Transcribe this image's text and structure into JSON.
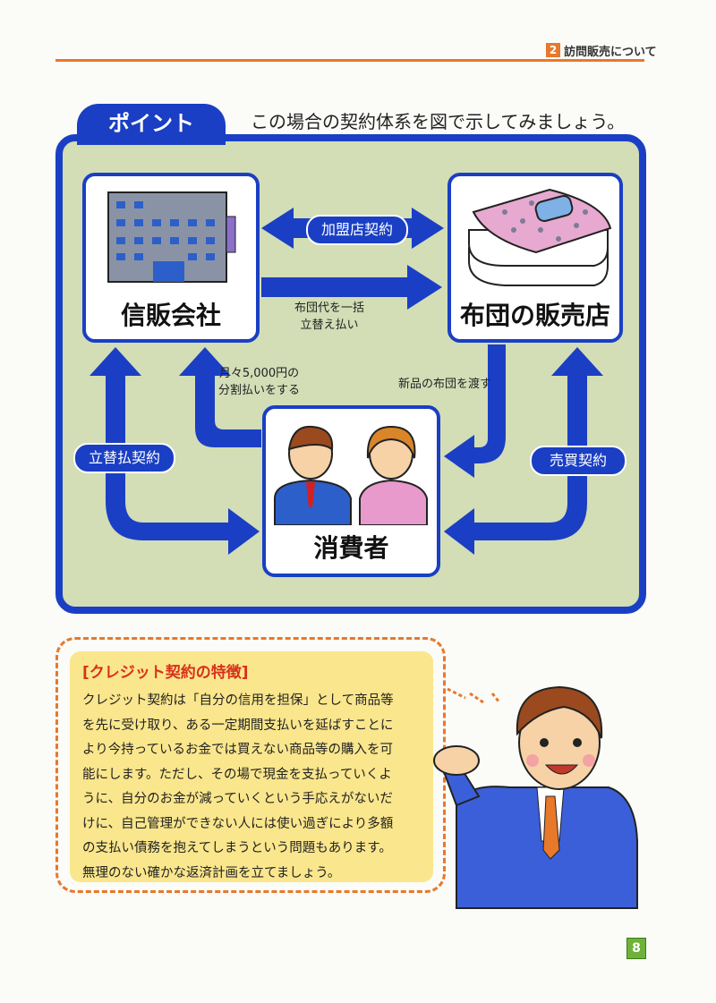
{
  "header": {
    "section_number": "2",
    "section_title": "訪問販売について"
  },
  "point": {
    "tab_label": "ポイント",
    "lead": "この場合の契約体系を図で示してみましょう。"
  },
  "diagram": {
    "credit_company": "信販会社",
    "futon_store": "布団の販売店",
    "consumer": "消費者",
    "member_store_contract": "加盟店契約",
    "advance_payment": "布団代を一括\n立替え払い",
    "installment": "月々5,000円の\n分割払いをする",
    "deliver_futon": "新品の布団を渡す",
    "advance_contract": "立替払契約",
    "sales_contract": "売買契約"
  },
  "note": {
    "title": "[クレジット契約の特徴]",
    "lines": [
      "クレジット契約は「自分の信用を担保」として商品等",
      "を先に受け取り、ある一定期間支払いを延ばすことに",
      "より今持っているお金では買えない商品等の購入を可",
      "能にします。ただし、その場で現金を支払っていくよ",
      "うに、自分のお金が減っていくという手応えがないだ",
      "けに、自己管理ができない人には使い過ぎにより多額",
      "の支払い債務を抱えてしまうという問題もあります。",
      "無理のない確かな返済計画を立てましょう。"
    ]
  },
  "page_number": "8",
  "colors": {
    "accent_orange": "#e8782a",
    "diagram_blue": "#1a3fc4",
    "panel_green": "#d3ddb6",
    "note_yellow": "#fae68c",
    "title_red": "#d8301c"
  }
}
